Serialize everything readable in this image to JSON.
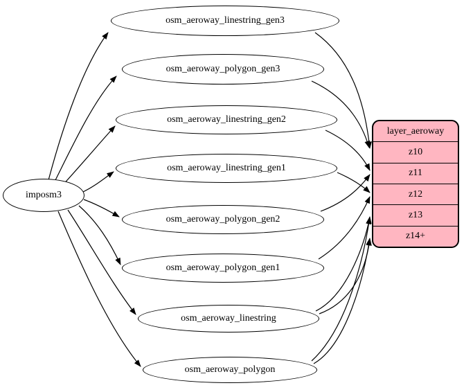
{
  "diagram": {
    "source_node": {
      "label": "imposm3"
    },
    "tables": [
      {
        "label": "osm_aeroway_linestring_gen3",
        "targets": [
          "z10"
        ]
      },
      {
        "label": "osm_aeroway_polygon_gen3",
        "targets": [
          "z10"
        ]
      },
      {
        "label": "osm_aeroway_linestring_gen2",
        "targets": [
          "z11"
        ]
      },
      {
        "label": "osm_aeroway_linestring_gen1",
        "targets": [
          "z12"
        ]
      },
      {
        "label": "osm_aeroway_polygon_gen2",
        "targets": [
          "z11"
        ]
      },
      {
        "label": "osm_aeroway_polygon_gen1",
        "targets": [
          "z12"
        ]
      },
      {
        "label": "osm_aeroway_linestring",
        "targets": [
          "z13",
          "z14+"
        ]
      },
      {
        "label": "osm_aeroway_polygon",
        "targets": [
          "z13",
          "z14+"
        ]
      }
    ],
    "layer_node": {
      "title": "layer_aeroway",
      "rows": [
        "z10",
        "z11",
        "z12",
        "z13",
        "z14+"
      ]
    },
    "colors": {
      "layer_fill": "#ffb6c1",
      "node_fill": "#ffffff",
      "stroke": "#000000",
      "background": "#ffffff"
    }
  }
}
